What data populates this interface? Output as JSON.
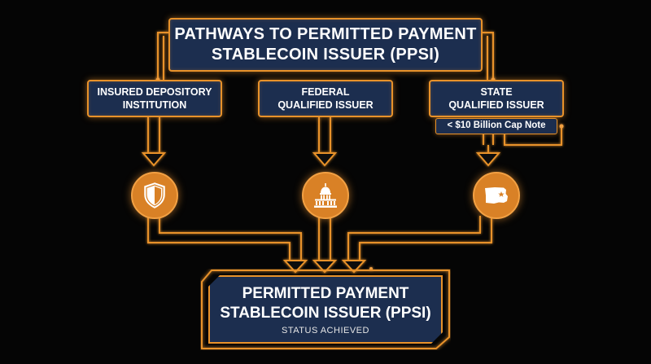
{
  "title": {
    "line1": "PATHWAYS TO PERMITTED PAYMENT",
    "line2": "STABLECOIN ISSUER (PPSI)"
  },
  "pathways": [
    {
      "line1": "INSURED DEPOSITORY",
      "line2": "INSTITUTION",
      "icon": "shield-icon"
    },
    {
      "line1": "FEDERAL",
      "line2": "QUALIFIED ISSUER",
      "icon": "capitol-building-icon"
    },
    {
      "line1": "STATE",
      "line2": "QUALIFIED ISSUER",
      "icon": "state-map-icon"
    }
  ],
  "cap_note": "< $10 Billion Cap Note",
  "result": {
    "line1": "PERMITTED PAYMENT",
    "line2": "STABLECOIN ISSUER (PPSI)",
    "status": "STATUS ACHIEVED"
  },
  "colors": {
    "accent": "#e8922a",
    "box_fill": "#1c2e4f",
    "background": "#050505",
    "icon_fill": "#d98126"
  }
}
